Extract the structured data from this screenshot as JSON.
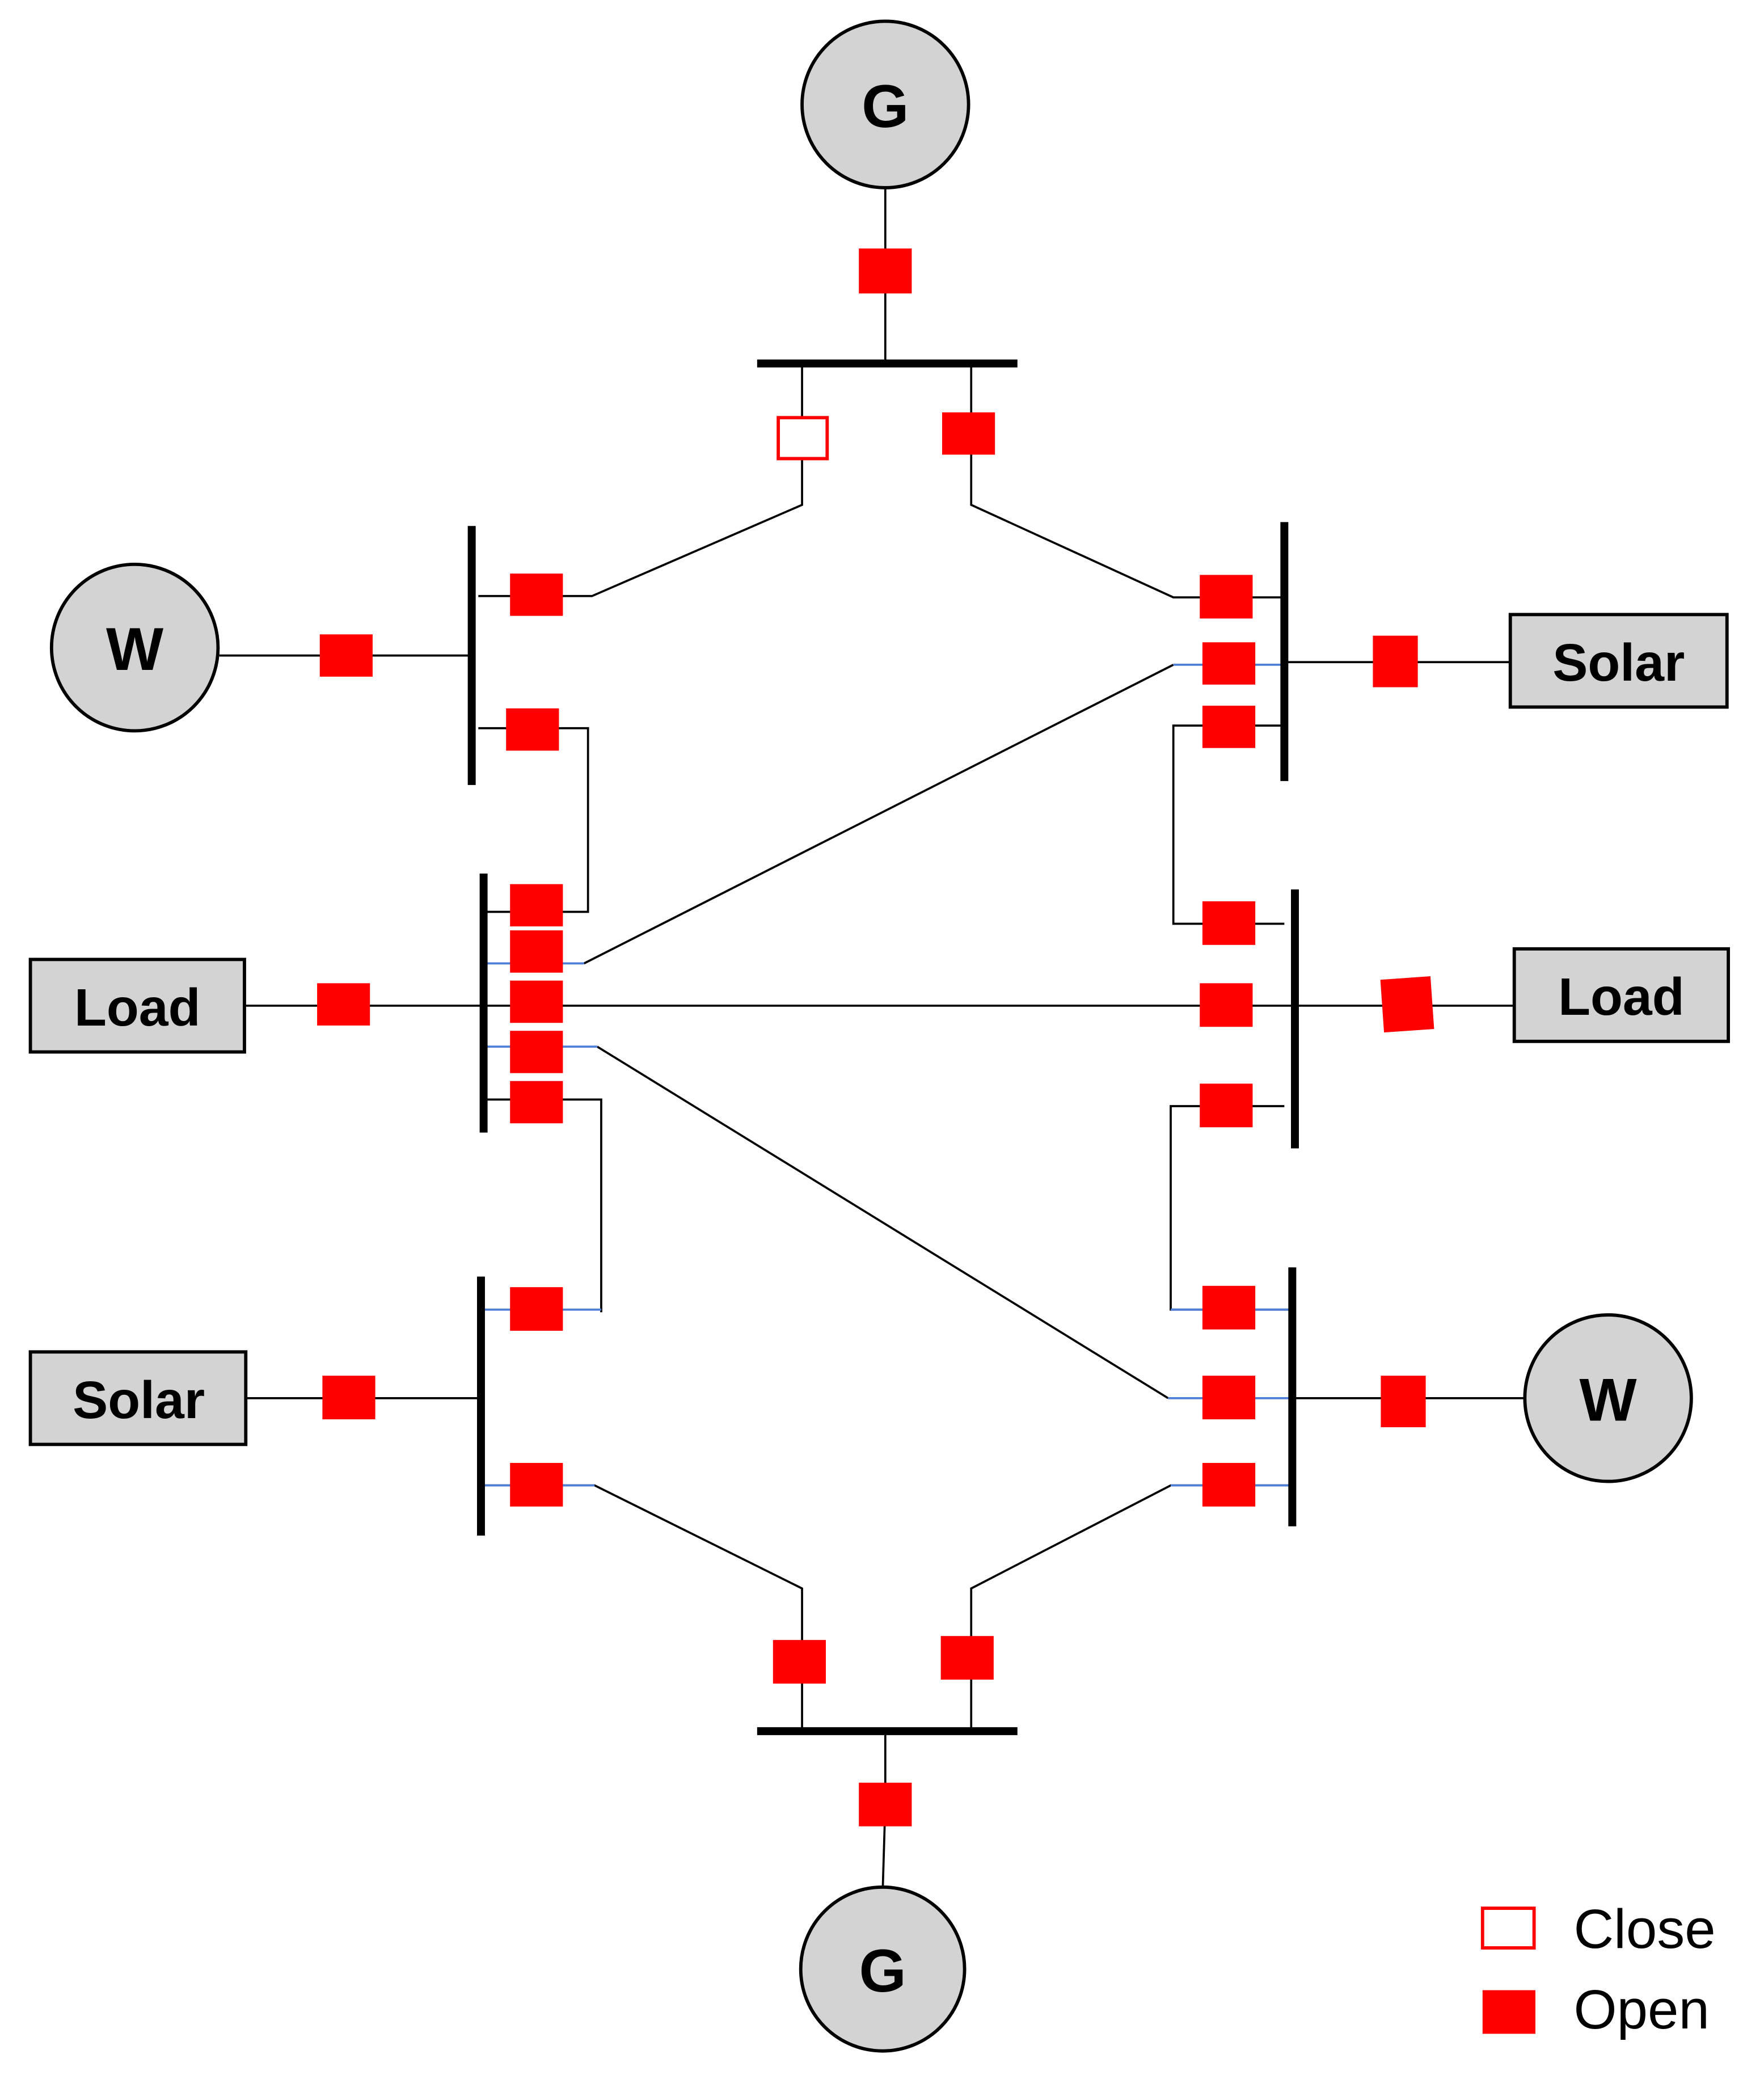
{
  "labels": {
    "generator": "G",
    "wind": "W",
    "solar": "Solar",
    "load": "Load"
  },
  "legend": {
    "close_label": "Close",
    "open_label": "Open"
  },
  "colors": {
    "breaker": "#ff0000",
    "node_fill": "#d3d3d3",
    "bus": "#000000",
    "feeder_tint": "#4f7fd6"
  }
}
